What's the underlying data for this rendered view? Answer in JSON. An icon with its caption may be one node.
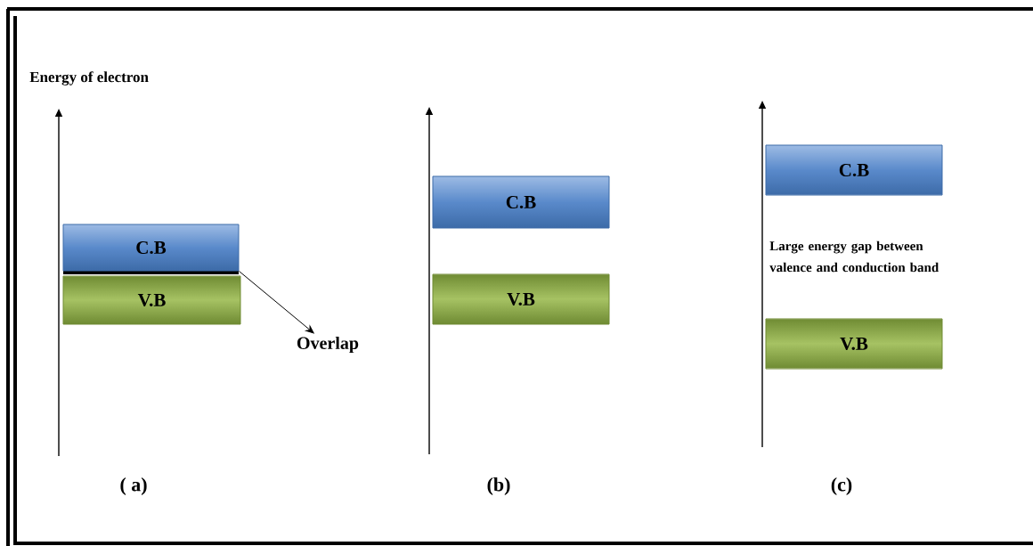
{
  "diagram": {
    "nodes": [
      {
        "text": [
          "C.B"
        ]
      },
      {
        "text": [
          "V.B"
        ]
      },
      {
        "text": [
          "C.B"
        ]
      },
      {
        "text": [
          "V.B"
        ]
      },
      {
        "text": [
          "C.B"
        ]
      },
      {
        "text": [
          "V.B"
        ]
      },
      {
        "text": [
          "Overlap"
        ]
      }
    ],
    "edges": [
      {
        "from": 0,
        "to": 6,
        "arrow": "to"
      }
    ],
    "labels": [
      "Energy of electron",
      "( a)",
      "(b)",
      "(c)",
      "Large energy gap between valence and conduction band"
    ]
  }
}
